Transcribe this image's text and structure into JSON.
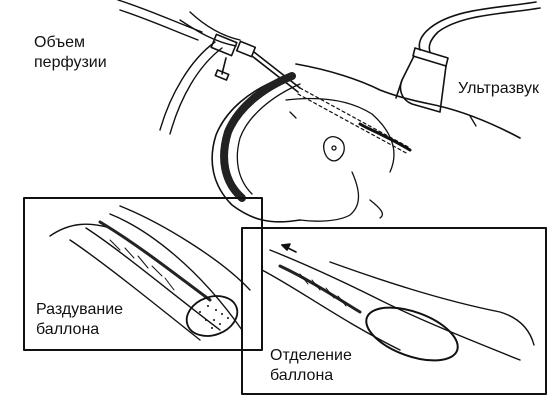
{
  "labels": {
    "perfusion_volume": {
      "line1": "Объем",
      "line2": "перфузии"
    },
    "ultrasound": "Ультразвук",
    "balloon_inflation": {
      "line1": "Раздувание",
      "line2": "баллона"
    },
    "balloon_detachment": {
      "line1": "Отделение",
      "line2": "баллона"
    }
  }
}
